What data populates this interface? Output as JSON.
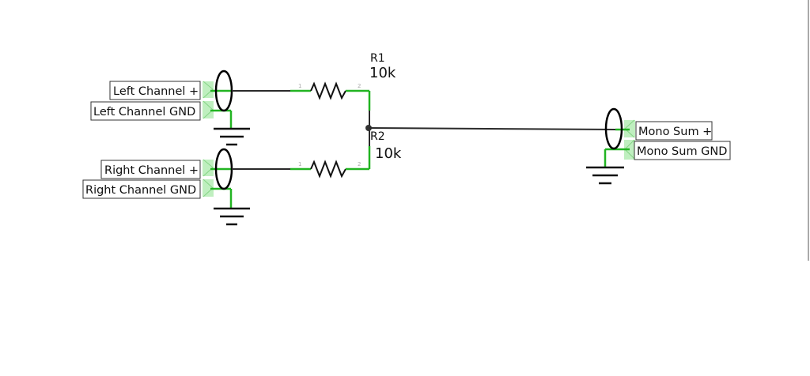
{
  "labels": {
    "left_plus": "Left Channel +",
    "left_gnd": "Left Channel GND",
    "right_plus": "Right Channel +",
    "right_gnd": "Right Channel GND",
    "mono_plus": "Mono Sum +",
    "mono_gnd": "Mono Sum GND"
  },
  "resistors": [
    {
      "ref": "R1",
      "value": "10k",
      "pin1": "1",
      "pin2": "2"
    },
    {
      "ref": "R2",
      "value": "10k",
      "pin1": "1",
      "pin2": "2"
    }
  ],
  "colors": {
    "wire": "#2a2a2a",
    "connection_highlight": "#22b422",
    "pad_highlight": "#bfefbf",
    "component": "#111111"
  }
}
